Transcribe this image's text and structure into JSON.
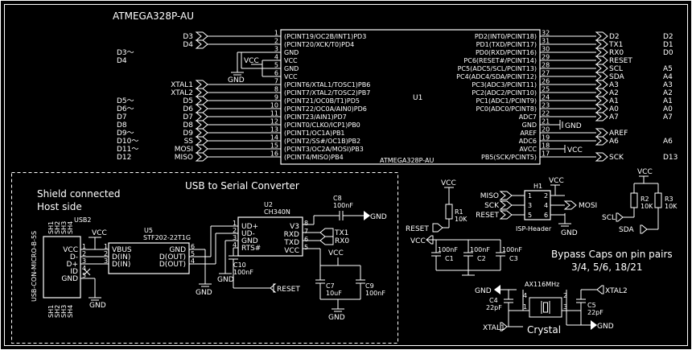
{
  "title": "ATMEGA328P-AU",
  "mcu": {
    "ref": "U1",
    "value": "ATMEGA328P-AU",
    "left_pins": [
      {
        "num": "1",
        "name": "(PCINT19/OC2B/INT1)PD3",
        "net": "D3"
      },
      {
        "num": "2",
        "name": "(PCINT20/XCK/T0)PD4",
        "net": "D4"
      },
      {
        "num": "3",
        "name": "GND",
        "net": ""
      },
      {
        "num": "4",
        "name": "VCC",
        "net": ""
      },
      {
        "num": "5",
        "name": "GND",
        "net": ""
      },
      {
        "num": "6",
        "name": "VCC",
        "net": ""
      },
      {
        "num": "7",
        "name": "(PCINT6/XTAL1/TOSC1)PB6",
        "net": "XTAL1"
      },
      {
        "num": "8",
        "name": "(PCINT7/XTAL2/TOSC2)PB7",
        "net": "XTAL2"
      },
      {
        "num": "9",
        "name": "(PCINT21/OC0B/T1)PD5",
        "net": "D5"
      },
      {
        "num": "10",
        "name": "(PCINT22/OC0A/AIN0)PD6",
        "net": "D6"
      },
      {
        "num": "11",
        "name": "(PCINT23/AIN1)PD7",
        "net": "D7"
      },
      {
        "num": "12",
        "name": "(PCINT0/CLKO/ICP1)PB0",
        "net": "D8"
      },
      {
        "num": "13",
        "name": "(PCINT1/OC1A)PB1",
        "net": "D9"
      },
      {
        "num": "14",
        "name": "(PCINT2/SS#/OC1B)PB2",
        "net": "SS"
      },
      {
        "num": "15",
        "name": "(PCINT3/OC2A/MOSI)PB3",
        "net": "MOSI"
      },
      {
        "num": "16",
        "name": "(PCINT4/MISO)PB4",
        "net": "MISO"
      }
    ],
    "right_pins": [
      {
        "num": "32",
        "name": "PD2(INT0/PCINT18)",
        "net": "D2"
      },
      {
        "num": "31",
        "name": "PD1(TXD/PCINT17)",
        "net": "TX1"
      },
      {
        "num": "30",
        "name": "PD0(RXD/PCINT16)",
        "net": "RX0"
      },
      {
        "num": "29",
        "name": "PC6(RESET#/PCINT14)",
        "net": "RESET"
      },
      {
        "num": "28",
        "name": "PC5(ADC5/SCL/PCINT13)",
        "net": "SCL"
      },
      {
        "num": "27",
        "name": "PC4(ADC4/SDA/PCINT12)",
        "net": "SDA"
      },
      {
        "num": "26",
        "name": "PC3(ADC3/PCINT11)",
        "net": "A3"
      },
      {
        "num": "25",
        "name": "PC2(ADC2/PCINT10)",
        "net": "A2"
      },
      {
        "num": "24",
        "name": "PC1(ADC1/PCINT9)",
        "net": "A1"
      },
      {
        "num": "23",
        "name": "PC0(ADC0/PCINT8)",
        "net": "A0"
      },
      {
        "num": "22",
        "name": "ADC7",
        "net": "A7"
      },
      {
        "num": "21",
        "name": "GND",
        "net": ""
      },
      {
        "num": "20",
        "name": "AREF",
        "net": "AREF"
      },
      {
        "num": "19",
        "name": "ADC6",
        "net": "A6"
      },
      {
        "num": "18",
        "name": "AVCC",
        "net": ""
      },
      {
        "num": "17",
        "name": "PB5(SCK/PCINT5)",
        "net": "SCK"
      }
    ]
  },
  "left_arduino_labels": [
    {
      "pin": "3",
      "label": "D3～"
    },
    {
      "pin": "4",
      "label": "D4"
    },
    {
      "pin": "9",
      "label": "D5～"
    },
    {
      "pin": "10",
      "label": "D6～"
    },
    {
      "pin": "11",
      "label": "D7"
    },
    {
      "pin": "12",
      "label": "D8"
    },
    {
      "pin": "13",
      "label": "D9～"
    },
    {
      "pin": "14",
      "label": "D10～"
    },
    {
      "pin": "15",
      "label": "D11～"
    },
    {
      "pin": "16",
      "label": "D12"
    }
  ],
  "right_arduino_labels": [
    {
      "pin": "32",
      "label": "D2"
    },
    {
      "pin": "31",
      "label": "D1"
    },
    {
      "pin": "30",
      "label": "D0"
    },
    {
      "pin": "28",
      "label": "A5"
    },
    {
      "pin": "27",
      "label": "A4"
    },
    {
      "pin": "26",
      "label": "A3"
    },
    {
      "pin": "25",
      "label": "A2"
    },
    {
      "pin": "24",
      "label": "A1"
    },
    {
      "pin": "23",
      "label": "A0"
    },
    {
      "pin": "22",
      "label": "A7"
    },
    {
      "pin": "19",
      "label": "A6"
    },
    {
      "pin": "17",
      "label": "D13"
    }
  ],
  "power": {
    "vcc": "VCC",
    "gnd": "GND"
  },
  "usb_section": {
    "title": "USB to Serial Converter",
    "note_line1": "Shield connected",
    "note_line2": "Host side",
    "usb_ref": "USB2",
    "usb_value": "USB-CON-MICRO-B-5S",
    "usb_pins": [
      "VCC",
      "D-",
      "D+",
      "ID",
      "GND"
    ],
    "usb_pin_nums": [
      "1",
      "2",
      "3",
      "4",
      "5"
    ],
    "usb_shield": [
      "SH1",
      "SH2",
      "SH3",
      "SH4"
    ],
    "u5_ref": "U5",
    "u5_value": "STF202-22T1G",
    "u5_left": [
      "VBUS",
      "D(IN)",
      "D(IN)"
    ],
    "u5_right": [
      "GND",
      "D(OUT)",
      "D(OUT)"
    ],
    "u5_left_nums": [
      "1",
      "2",
      "3"
    ],
    "u5_right_nums": [
      "6",
      "5",
      "4"
    ],
    "u2_ref": "U2",
    "u2_value": "CH340N",
    "u2_left": [
      "UD+",
      "UD-",
      "GND",
      "RTS#"
    ],
    "u2_left_nums": [
      "1",
      "2",
      "3",
      "4"
    ],
    "u2_right": [
      "V3",
      "RXD",
      "TXD",
      "VCC"
    ],
    "u2_right_nums": [
      "8",
      "7",
      "6",
      "5"
    ],
    "c8": {
      "ref": "C8",
      "value": "100nF"
    },
    "c10": {
      "ref": "C10",
      "value": "100nF"
    },
    "c7": {
      "ref": "C7",
      "value": "10uF"
    },
    "c9": {
      "ref": "C9",
      "value": "100nF"
    },
    "net_tx1": "TX1",
    "net_rx0": "RX0",
    "net_reset": "RESET"
  },
  "isp": {
    "ref": "H1",
    "value": "ISP-Header",
    "pins_left": [
      "1",
      "3",
      "5"
    ],
    "pins_right": [
      "2",
      "4",
      "6"
    ],
    "nets_left": [
      "MISO",
      "SCK",
      "RESET"
    ],
    "nets_right": [
      "VCC",
      "MOSI",
      "GND"
    ]
  },
  "reset_res": {
    "ref": "R1",
    "value": "10K",
    "net": "RESET"
  },
  "i2c": {
    "r2_ref": "R2",
    "r2_value": "10K",
    "r3_ref": "R3",
    "r3_value": "10K",
    "scl": "SCL",
    "sda": "SDA"
  },
  "bypass": {
    "c1": {
      "ref": "C1",
      "value": "100nF"
    },
    "c2": {
      "ref": "C2",
      "value": "100nF"
    },
    "c3": {
      "ref": "C3",
      "value": "100nF"
    },
    "note_line1": "Bypass Caps on pin pairs",
    "note_line2": "3/4, 5/6, 18/21"
  },
  "crystal": {
    "ref": "AX116MHz",
    "label": "Crystal",
    "c4": {
      "ref": "C4",
      "value": "22pF"
    },
    "c5": {
      "ref": "C5",
      "value": "22pF"
    },
    "xtal1": "XTAL1",
    "xtal2": "XTAL2",
    "pin_nums": [
      "1",
      "2",
      "3",
      "4"
    ]
  }
}
